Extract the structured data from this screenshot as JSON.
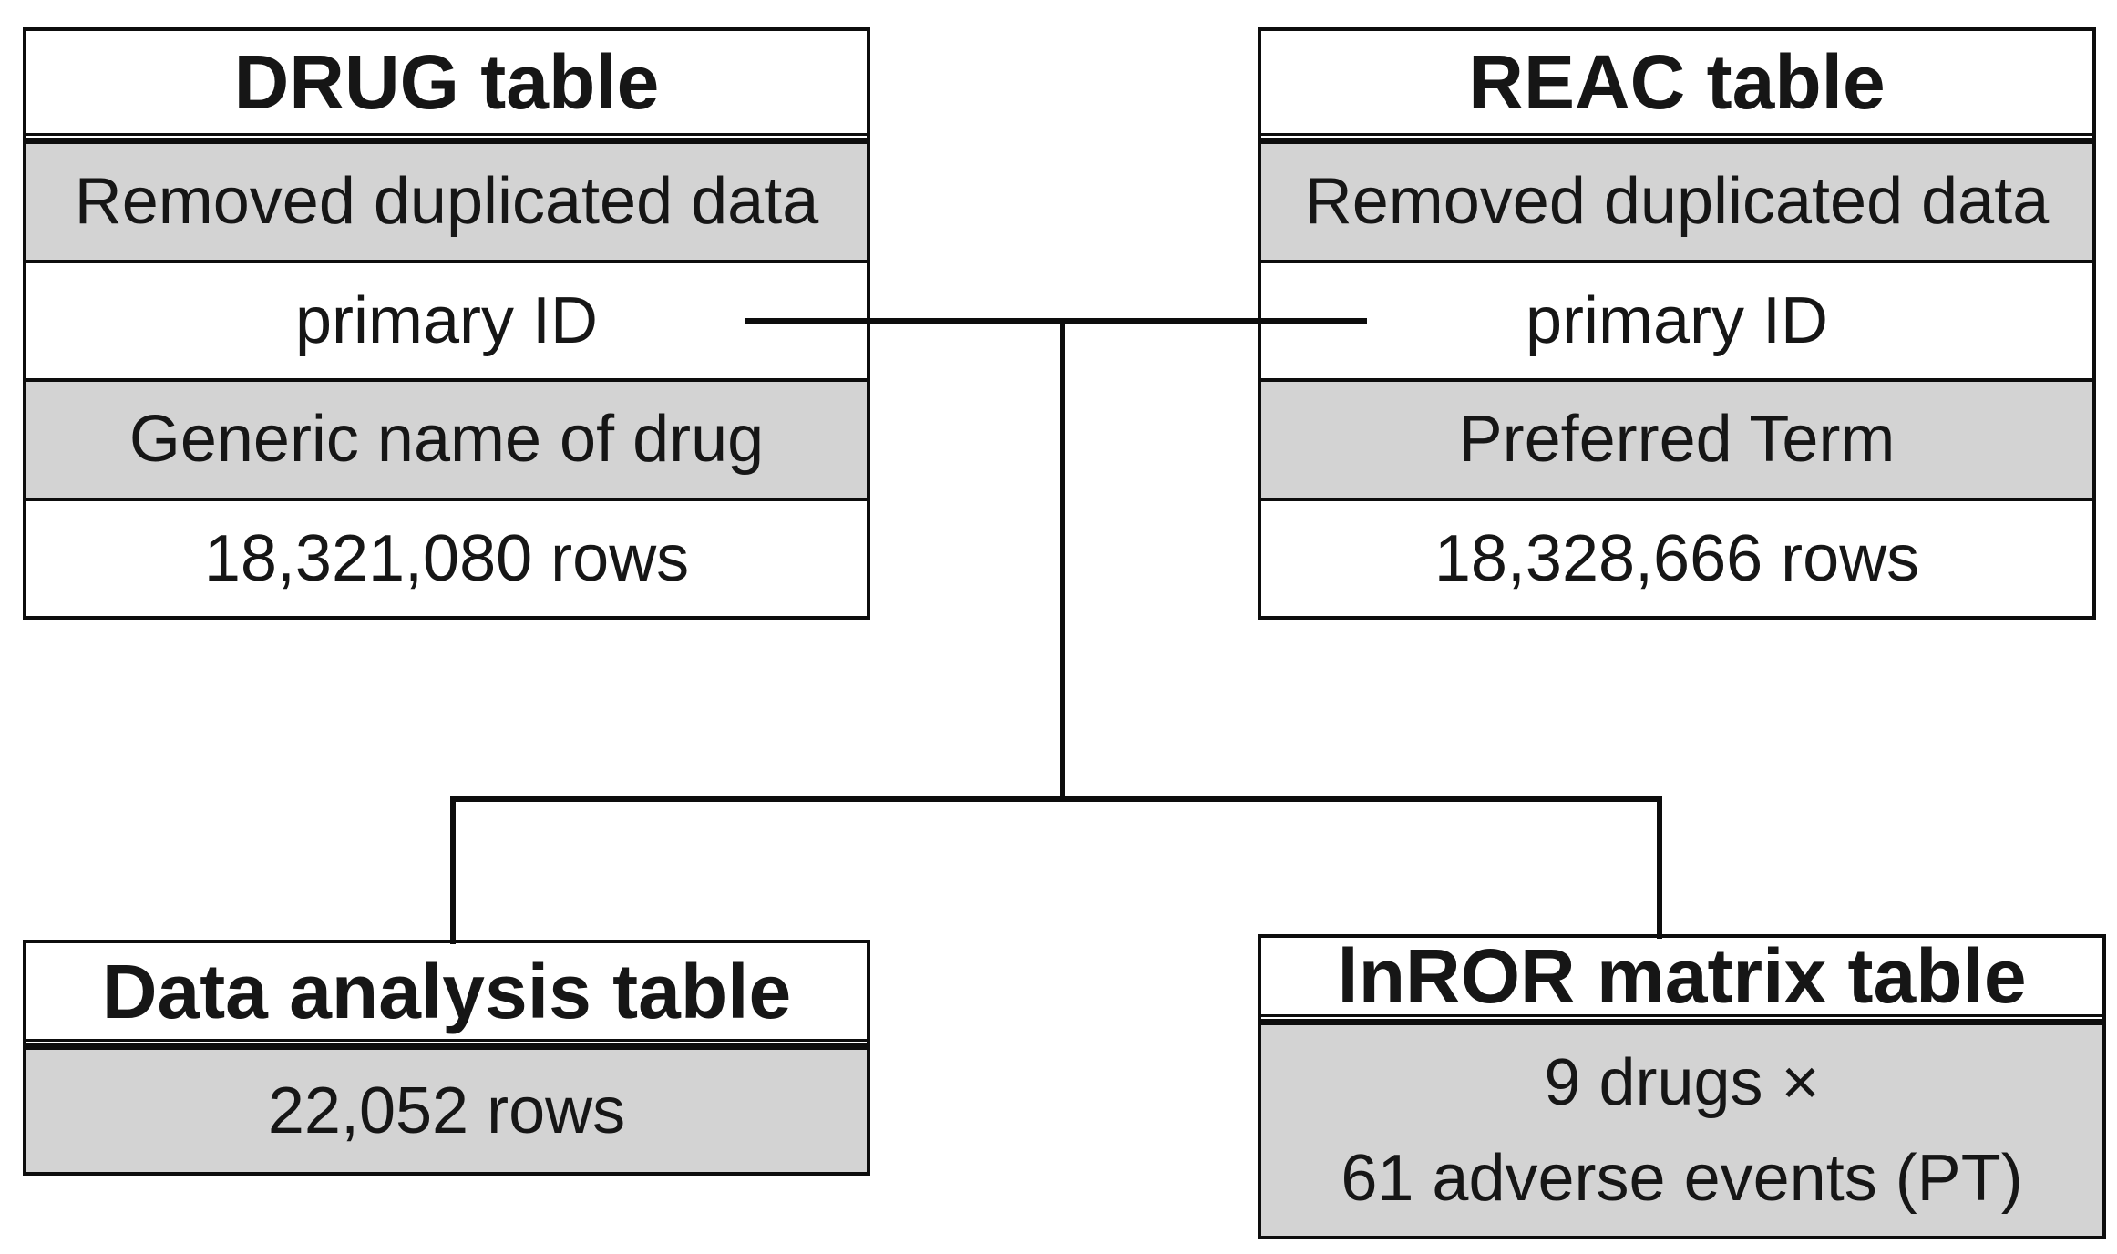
{
  "colors": {
    "ink": "#0d0d0d",
    "shaded_row_bg": "#d3d3d3",
    "background": "#ffffff"
  },
  "tables": {
    "drug": {
      "title": "DRUG table",
      "rows": [
        "Removed duplicated data",
        "primary ID",
        "Generic name of drug",
        "18,321,080 rows"
      ]
    },
    "reac": {
      "title": "REAC table",
      "rows": [
        "Removed duplicated data",
        "primary ID",
        "Preferred Term",
        "18,328,666 rows"
      ]
    },
    "data_analysis": {
      "title": "Data analysis table",
      "rows": [
        "22,052 rows"
      ]
    },
    "lnror_matrix": {
      "title": "lnROR matrix table",
      "lines": [
        "9 drugs ×",
        "61 adverse events (PT)"
      ]
    }
  }
}
